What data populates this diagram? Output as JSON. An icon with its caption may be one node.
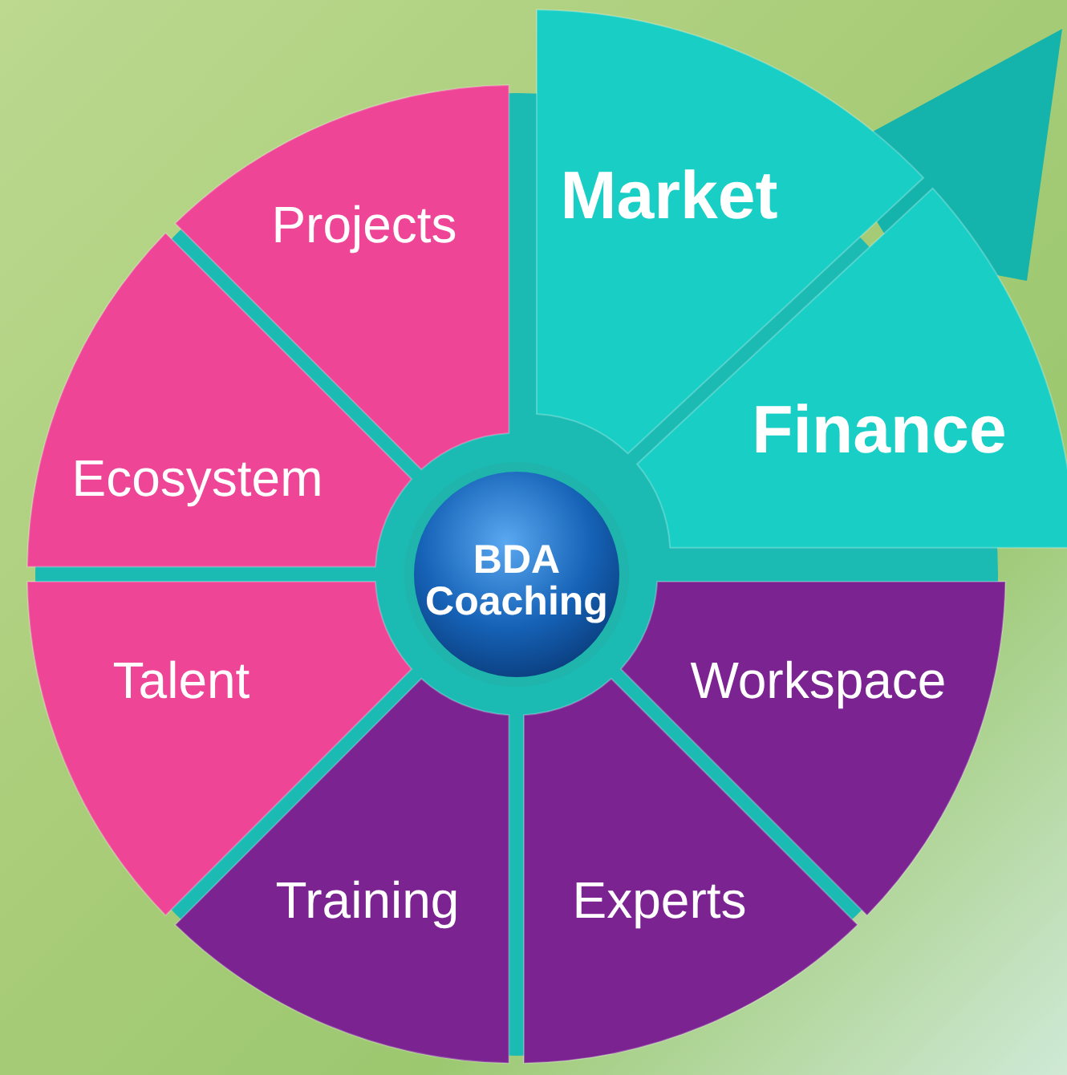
{
  "diagram": {
    "nodes": [
      {
        "text": [
          "Projects"
        ]
      },
      {
        "text": [
          "Market"
        ]
      },
      {
        "text": [
          "Ecosystem"
        ]
      },
      {
        "text": [
          "Finance"
        ]
      },
      {
        "text": [
          "BDA Coaching"
        ]
      },
      {
        "text": [
          "Talent"
        ]
      },
      {
        "text": [
          "Workspace"
        ]
      },
      {
        "text": [
          "Training"
        ]
      },
      {
        "text": [
          "Experts"
        ]
      },
      {
        "text": [],
        "shape": "triangle"
      }
    ]
  }
}
